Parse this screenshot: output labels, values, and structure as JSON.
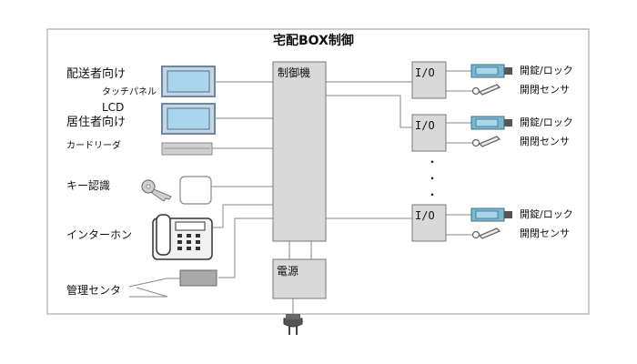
{
  "title": "宅配BOX制御",
  "left_labels": {
    "delivery": "配送者向け",
    "touch_panel": "タッチパネル",
    "lcd": "LCD",
    "resident": "居住者向け",
    "card_reader": "カードリーダ",
    "key_auth": "キー認識",
    "intercom": "インターホン",
    "management": "管理センタ"
  },
  "controller_label": "制御機",
  "power_label": "電源",
  "io_label": "I/O",
  "io_units": [
    {
      "lock_label": "開錠/ロック",
      "sensor_label": "開閉センサ"
    },
    {
      "lock_label": "開錠/ロック",
      "sensor_label": "開閉センサ"
    },
    {
      "lock_label": "開錠/ロック",
      "sensor_label": "開閉センサ"
    }
  ],
  "ellipsis": "・",
  "colors": {
    "block_fill": "#d9d9d9",
    "block_stroke": "#777777",
    "line": "#8a8a8a",
    "screen": "#a9d6ea",
    "screen_frame": "#6c86a6",
    "lock_fill": "#4aa3c4"
  },
  "icons": [
    "monitor-icon",
    "card-reader-icon",
    "key-icon",
    "key-pad-icon",
    "telephone-icon",
    "terminal-icon",
    "lock-actuator-icon",
    "sensor-icon",
    "power-plug-icon"
  ]
}
